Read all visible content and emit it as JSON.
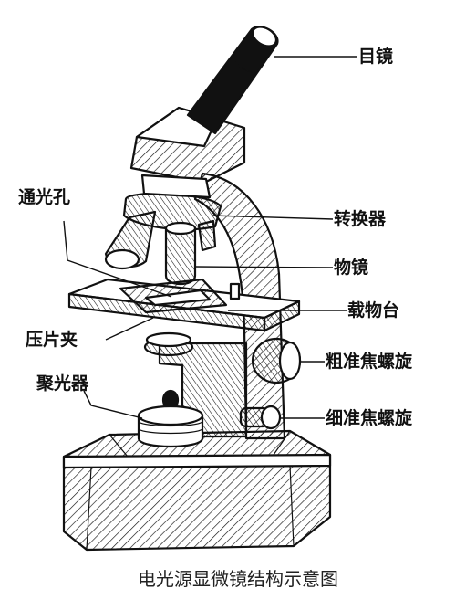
{
  "labels": {
    "eyepiece": "目镜",
    "converter": "转换器",
    "objective": "物镜",
    "stage": "载物台",
    "coarse_focus": "粗准焦螺旋",
    "fine_focus": "细准焦螺旋",
    "light_hole": "通光孔",
    "clip": "压片夹",
    "condenser": "聚光器"
  },
  "caption": "电光源显微镜结构示意图"
}
